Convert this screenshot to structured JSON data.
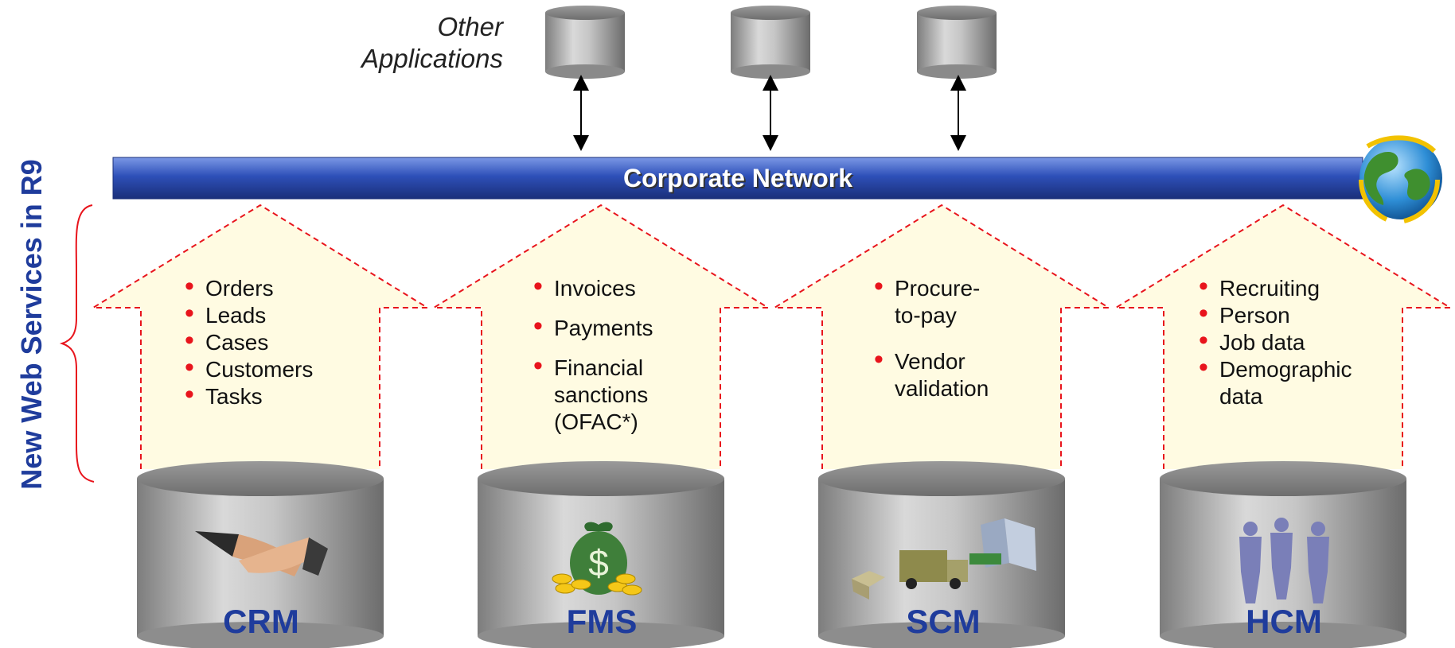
{
  "side_title": "New Web Services in R9",
  "other_applications": {
    "line1": "Other",
    "line2": "Applications"
  },
  "network": {
    "label": "Corporate Network"
  },
  "modules": [
    {
      "name": "CRM",
      "icon": "handshake-icon",
      "items": [
        "Orders",
        "Leads",
        "Cases",
        "Customers",
        "Tasks"
      ]
    },
    {
      "name": "FMS",
      "icon": "money-bag-icon",
      "items": [
        "Invoices",
        "Payments",
        "Financial sanctions (OFAC*)"
      ]
    },
    {
      "name": "SCM",
      "icon": "delivery-truck-icon",
      "items": [
        "Procure-to-pay",
        "Vendor validation"
      ]
    },
    {
      "name": "HCM",
      "icon": "people-silhouettes-icon",
      "items": [
        "Recruiting",
        "Person",
        "Job data",
        "Demographic data"
      ]
    }
  ],
  "colors": {
    "accent_blue": "#1f3c9c",
    "bullet_red": "#e8141c",
    "arrow_fill": "#fffbe2",
    "arrow_border": "#e8141c"
  }
}
